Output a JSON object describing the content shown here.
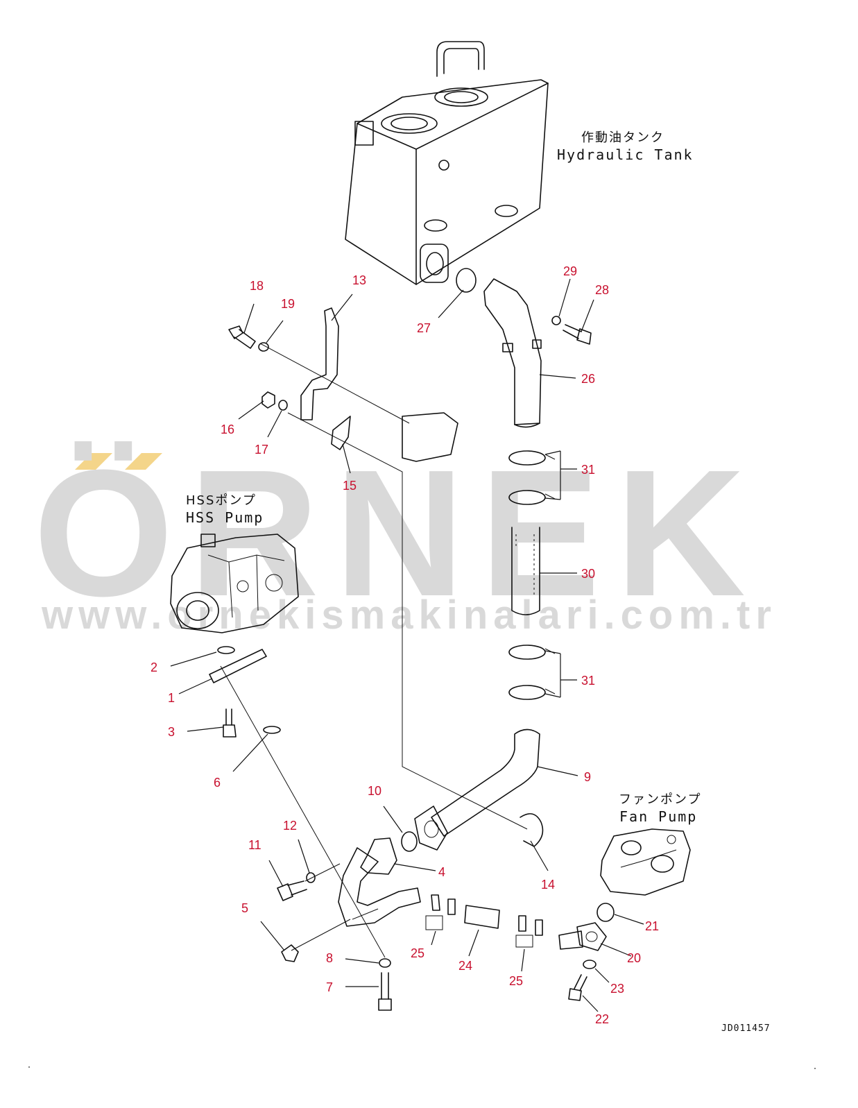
{
  "watermark": {
    "brand": "ÖRNEK",
    "url": "www.ornekismakinalari.com.tr",
    "accent_color": "#f4d58a",
    "text_color": "#d9d9d9"
  },
  "labels": {
    "hydraulic_tank_jp": "作動油タンク",
    "hydraulic_tank_en": "Hydraulic Tank",
    "hss_pump_jp": "HSSポンプ",
    "hss_pump_en": "HSS Pump",
    "fan_pump_jp": "ファンポンプ",
    "fan_pump_en": "Fan Pump"
  },
  "drawing_code": "JD011457",
  "part_numbers": {
    "p1": "1",
    "p2": "2",
    "p3": "3",
    "p4": "4",
    "p5": "5",
    "p6": "6",
    "p7": "7",
    "p8": "8",
    "p9": "9",
    "p10": "10",
    "p11": "11",
    "p12": "12",
    "p13": "13",
    "p14": "14",
    "p15": "15",
    "p16": "16",
    "p17": "17",
    "p18": "18",
    "p19": "19",
    "p20": "20",
    "p21": "21",
    "p22": "22",
    "p23": "23",
    "p24": "24",
    "p25a": "25",
    "p25b": "25",
    "p26": "26",
    "p27": "27",
    "p28": "28",
    "p29": "29",
    "p30": "30",
    "p31a": "31",
    "p31b": "31"
  },
  "colors": {
    "part_number": "#c8102e",
    "line": "#111111"
  }
}
